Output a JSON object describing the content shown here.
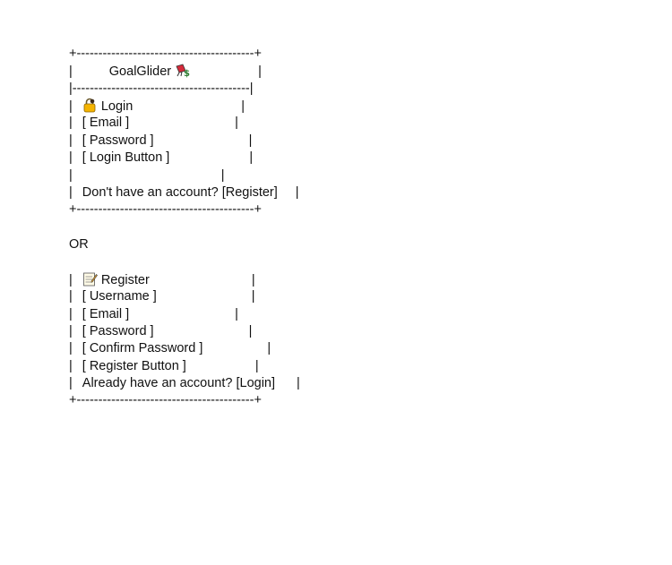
{
  "login_box": {
    "border_top": "+-----------------------------------------+",
    "pipe": "|",
    "app_title": "GoalGlider",
    "title_icon": "money-wings-icon",
    "separator": "|-----------------------------------------|",
    "login_heading": "Login",
    "login_icon": "lock-key-icon",
    "email_field": "[ Email ]",
    "password_field": "[ Password ]",
    "login_button": "[ Login Button ]",
    "no_account_text": "Don't have an account? [Register]",
    "border_bottom": "+-----------------------------------------+"
  },
  "or_text": "OR",
  "register_box": {
    "pipe": "|",
    "register_heading": "Register",
    "register_icon": "memo-icon",
    "username_field": "[ Username ]",
    "email_field": "[ Email ]",
    "password_field": "[ Password ]",
    "confirm_password_field": "[ Confirm Password ]",
    "register_button": "[ Register Button ]",
    "have_account_text": "Already have an account? [Login]",
    "border_bottom": "+-----------------------------------------+"
  }
}
